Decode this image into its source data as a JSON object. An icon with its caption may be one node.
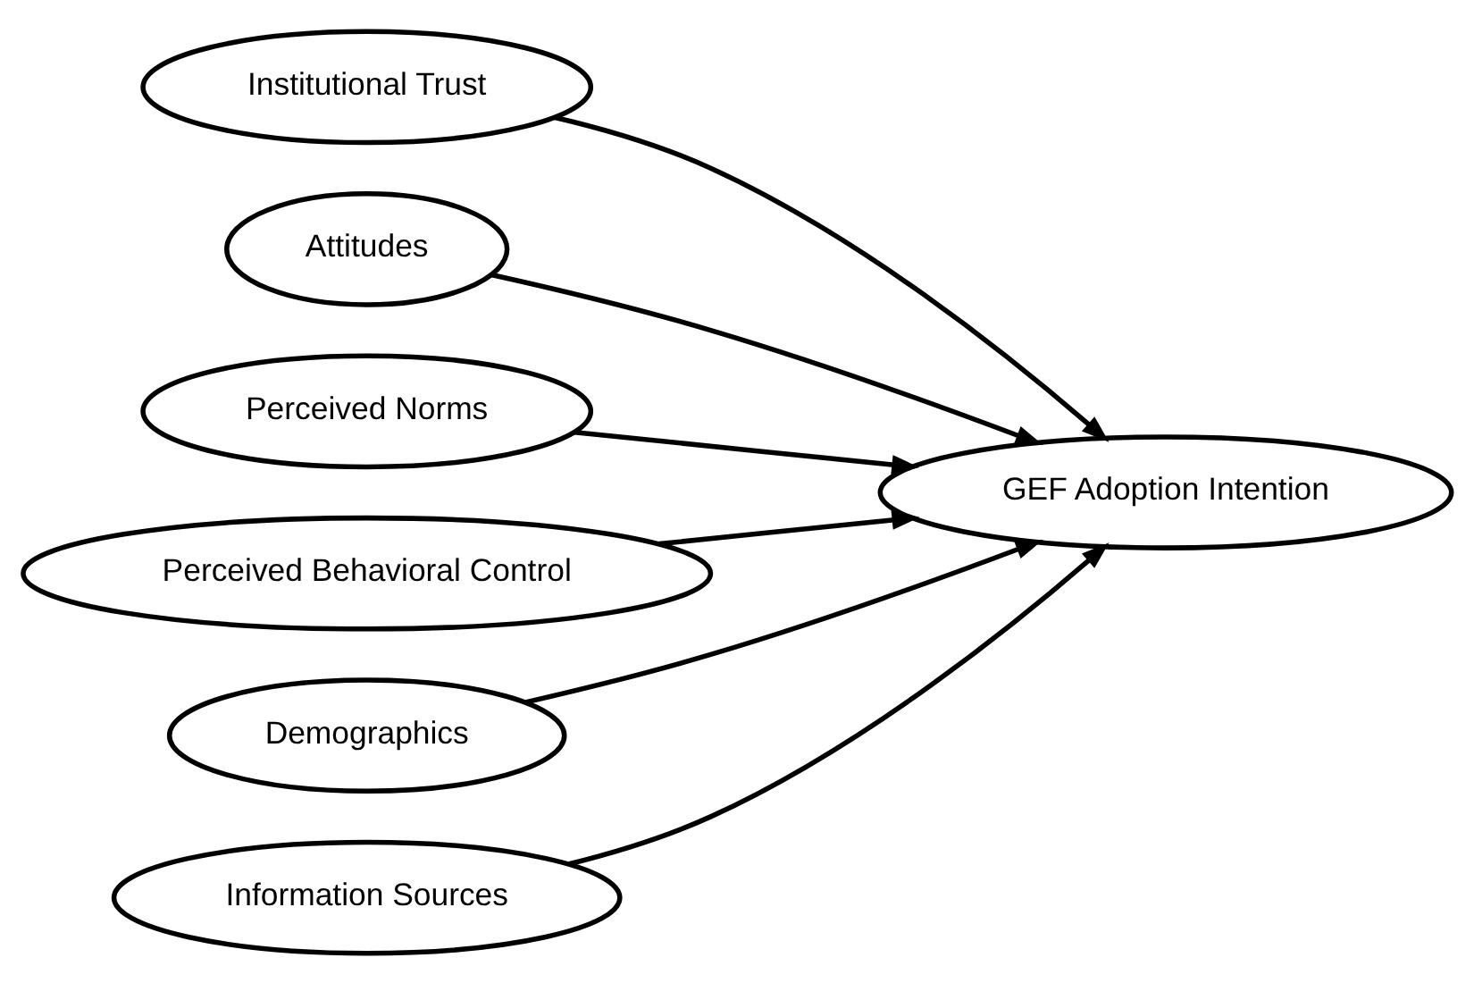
{
  "diagram": {
    "nodes": [
      {
        "text": [
          "Institutional Trust"
        ]
      },
      {
        "text": [
          "Attitudes"
        ]
      },
      {
        "text": [
          "Perceived Norms"
        ]
      },
      {
        "text": [
          "Perceived Behavioral Control"
        ]
      },
      {
        "text": [
          "GEF Adoption Intention"
        ]
      },
      {
        "text": [
          "Demographics"
        ]
      },
      {
        "text": [
          "Information Sources"
        ]
      }
    ],
    "edges": [
      {
        "from": 0,
        "to": 4,
        "arrow": "to"
      },
      {
        "from": 1,
        "to": 4,
        "arrow": "to"
      },
      {
        "from": 2,
        "to": 4,
        "arrow": "to"
      },
      {
        "from": 3,
        "to": 4,
        "arrow": "to"
      },
      {
        "from": 5,
        "to": 4,
        "arrow": "to"
      },
      {
        "from": 6,
        "to": 4,
        "arrow": "to"
      }
    ]
  }
}
